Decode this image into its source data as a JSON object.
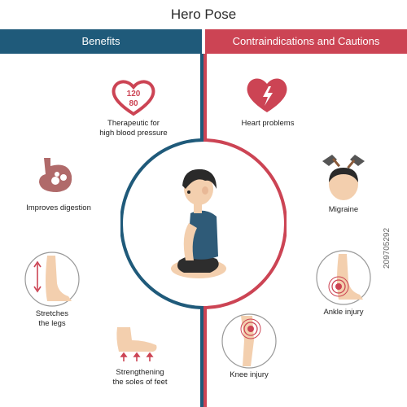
{
  "title": "Hero Pose",
  "headers": {
    "benefits": "Benefits",
    "cautions": "Contraindications and Cautions"
  },
  "benefits": {
    "bp_line1": "Therapeutic for",
    "bp_line2": "high blood pressure",
    "bp_top": "120",
    "bp_bottom": "80",
    "digestion": "Improves digestion",
    "legs_line1": "Stretches",
    "legs_line2": "the legs",
    "soles_line1": "Strengthening",
    "soles_line2": "the soles of feet"
  },
  "cautions": {
    "heart": "Heart problems",
    "migraine": "Migraine",
    "ankle": "Ankle injury",
    "knee": "Knee injury"
  },
  "stock_id": "209705292",
  "colors": {
    "blue": "#1f5a7a",
    "red": "#cc4454"
  }
}
